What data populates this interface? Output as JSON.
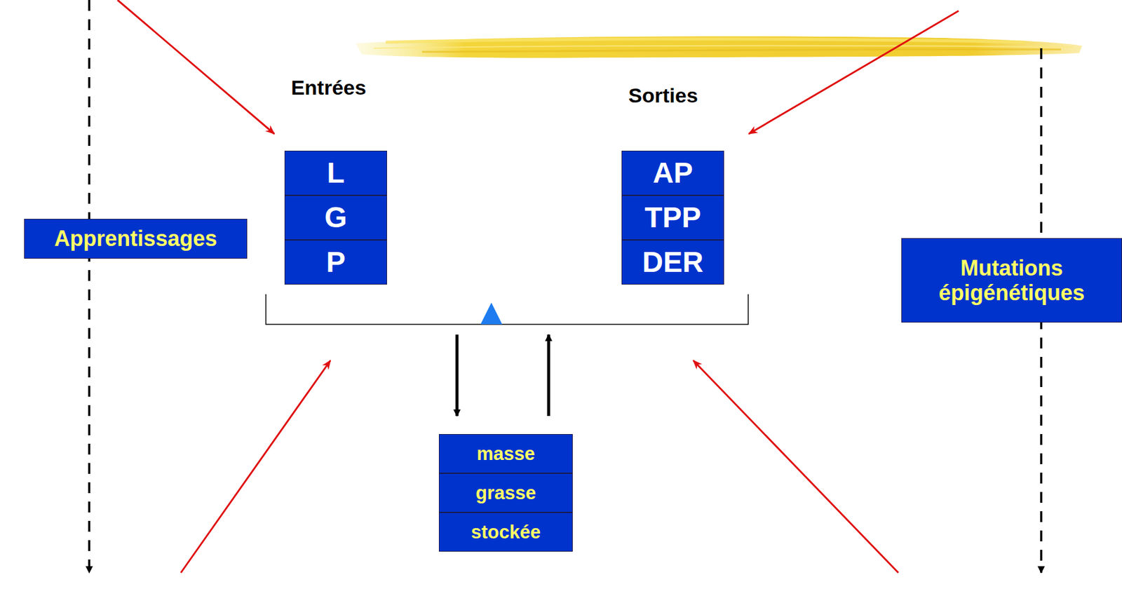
{
  "diagram": {
    "nodes": [
      {
        "text": [
          "L"
        ]
      },
      {
        "text": [
          "G"
        ]
      },
      {
        "text": [
          "P"
        ]
      },
      {
        "text": [
          "AP"
        ]
      },
      {
        "text": [
          "TPP"
        ]
      },
      {
        "text": [
          "DER"
        ]
      },
      {
        "text": [
          "masse"
        ]
      },
      {
        "text": [
          "grasse"
        ]
      },
      {
        "text": [
          "stockée"
        ]
      },
      {
        "text": [
          "Apprentissages"
        ]
      },
      {
        "text": [
          "Mutations épigénétiques"
        ]
      }
    ],
    "labels": [
      "Entrées",
      "Sorties"
    ]
  }
}
